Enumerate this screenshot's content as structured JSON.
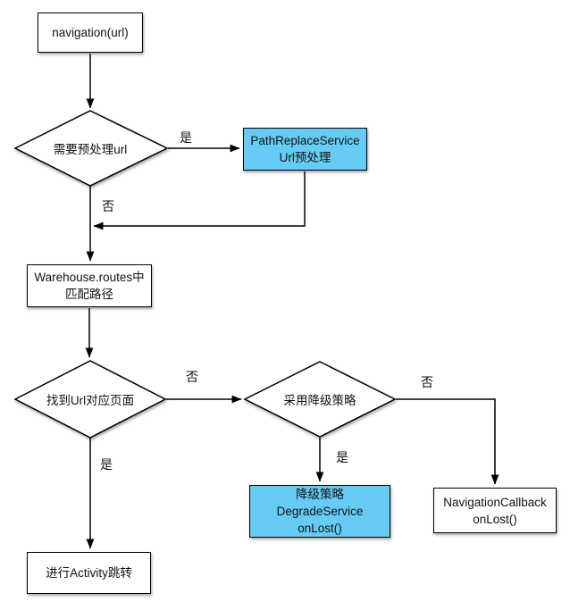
{
  "flowchart": {
    "nodes": {
      "navigation": {
        "label": "navigation(url)"
      },
      "need_preprocess": {
        "label": "需要预处理url"
      },
      "path_replace": {
        "lines": [
          "PathReplaceService",
          "Url预处理"
        ]
      },
      "warehouse_match": {
        "lines": [
          "Warehouse.routes中",
          "匹配路径"
        ]
      },
      "found_page": {
        "label": "找到Url对应页面"
      },
      "use_degrade": {
        "label": "采用降级策略"
      },
      "degrade_service": {
        "lines": [
          "降级策略",
          "DegradeService",
          "onLost()"
        ]
      },
      "navigation_callback": {
        "lines": [
          "NavigationCallback",
          "onLost()"
        ]
      },
      "activity_jump": {
        "label": "进行Activity跳转"
      }
    },
    "edge_labels": {
      "preprocess_yes": "是",
      "preprocess_no": "否",
      "found_no": "否",
      "found_yes": "是",
      "degrade_no": "否",
      "degrade_yes": "是"
    },
    "colors": {
      "highlight_fill": "#66CCF5",
      "node_fill": "#FFFFFF",
      "stroke": "#000000"
    }
  }
}
